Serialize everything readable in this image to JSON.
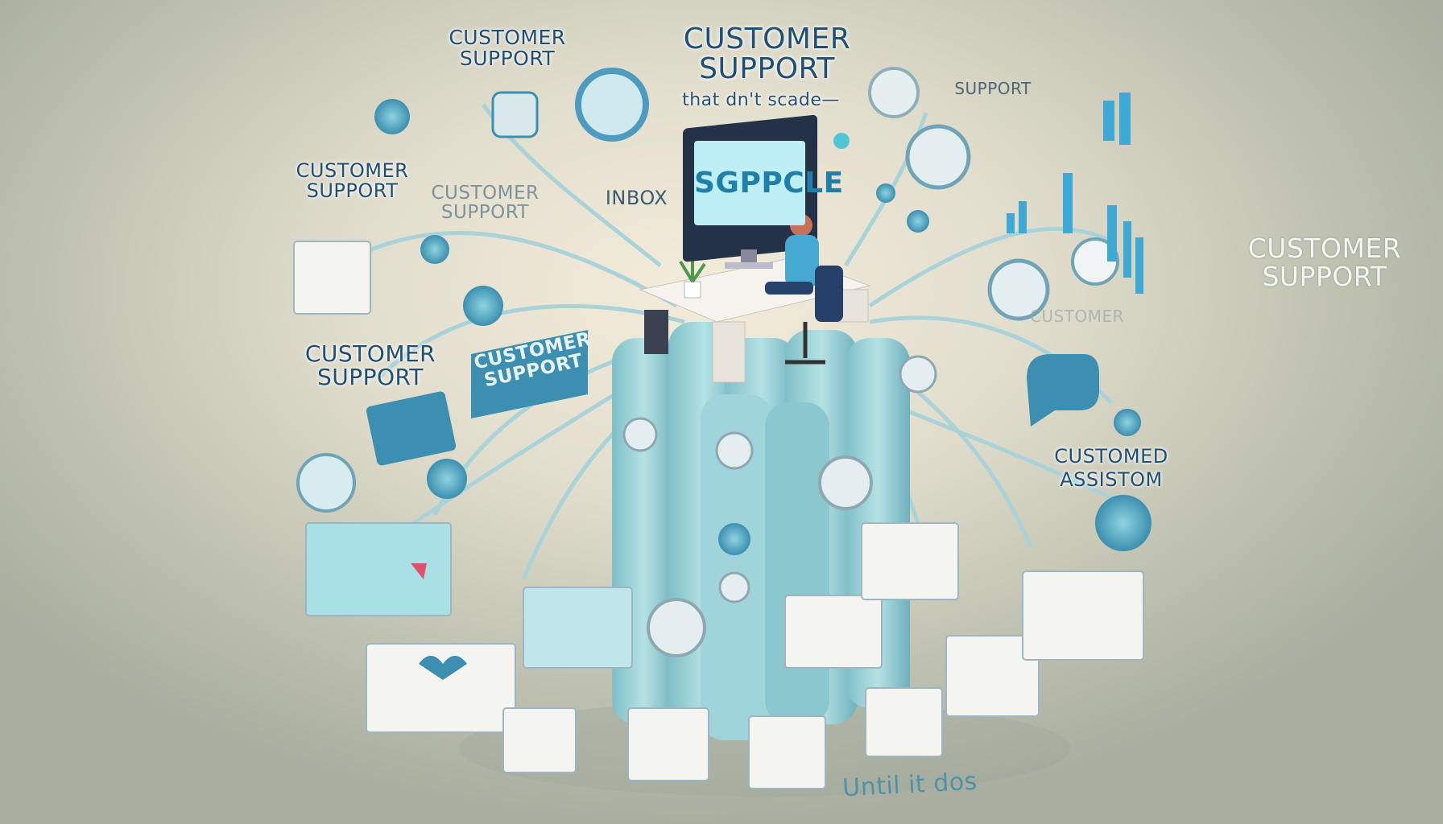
{
  "labels": {
    "top_left": "Customer Support",
    "title_line1": "Customer",
    "title_line2": "Support",
    "title_tagline": "that dn't scade—",
    "top_right_support": "Support",
    "left_upper": "Customer Support",
    "left_faded": "Customer Support",
    "inbox": "Inbox",
    "monitor_screen": "SGPPCLE",
    "right_white": "Customer Support",
    "left_lower": "Customer Support",
    "sign": "Customer Support",
    "right_faded": "Customer",
    "right_assist_line1": "Customed",
    "right_assist_line2": "Assistom",
    "bottom": "Until it dos"
  },
  "colors": {
    "teal": "#8fcfd6",
    "teal_dark": "#3c8fb0",
    "navy": "#1f4f74",
    "paper": "#f4f4f0"
  }
}
